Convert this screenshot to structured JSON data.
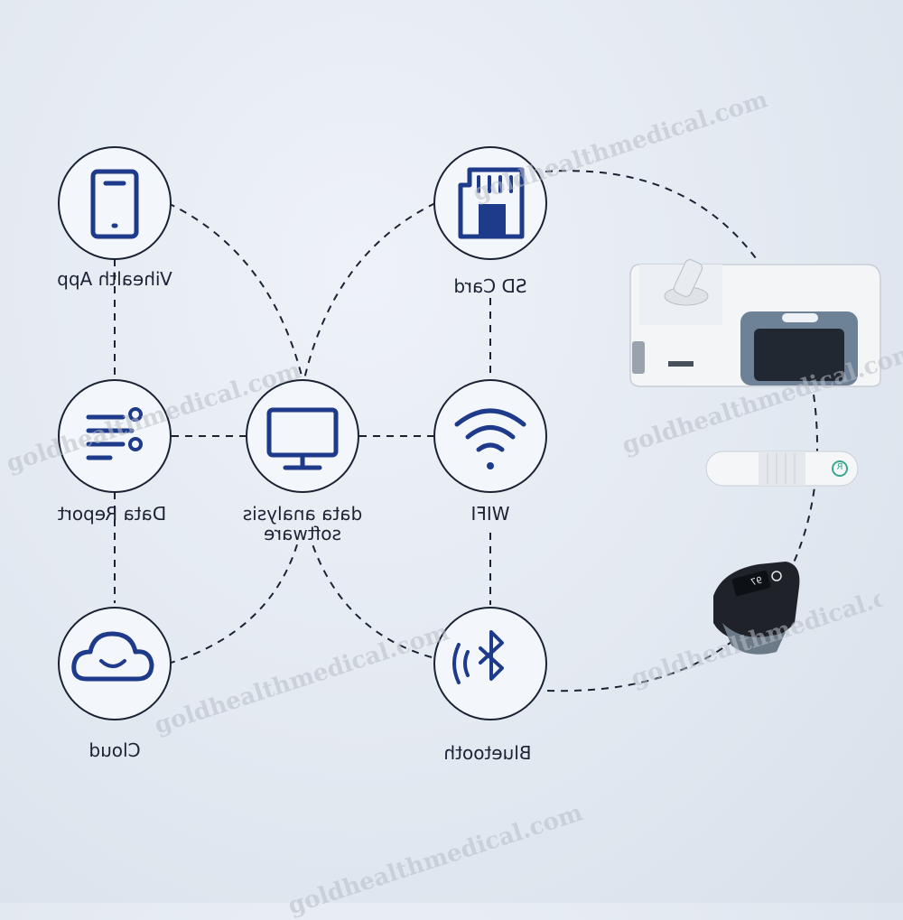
{
  "labels": {
    "vihealth_app": "Vihealth App",
    "sd_card": "SD Card",
    "data_report": "Data Report",
    "data_analysis": "data analysis",
    "software": "software",
    "wifi": "WIFI",
    "cloud": "Cloud",
    "bluetooth": "Bluetooth"
  },
  "devices": {
    "oximeter_reading": "97",
    "sensor_badge": "R"
  },
  "watermark": "goldhealthmedical.com",
  "colors": {
    "icon": "#1e3a8a",
    "line": "#1b2233",
    "background": "#e3e9f1"
  }
}
